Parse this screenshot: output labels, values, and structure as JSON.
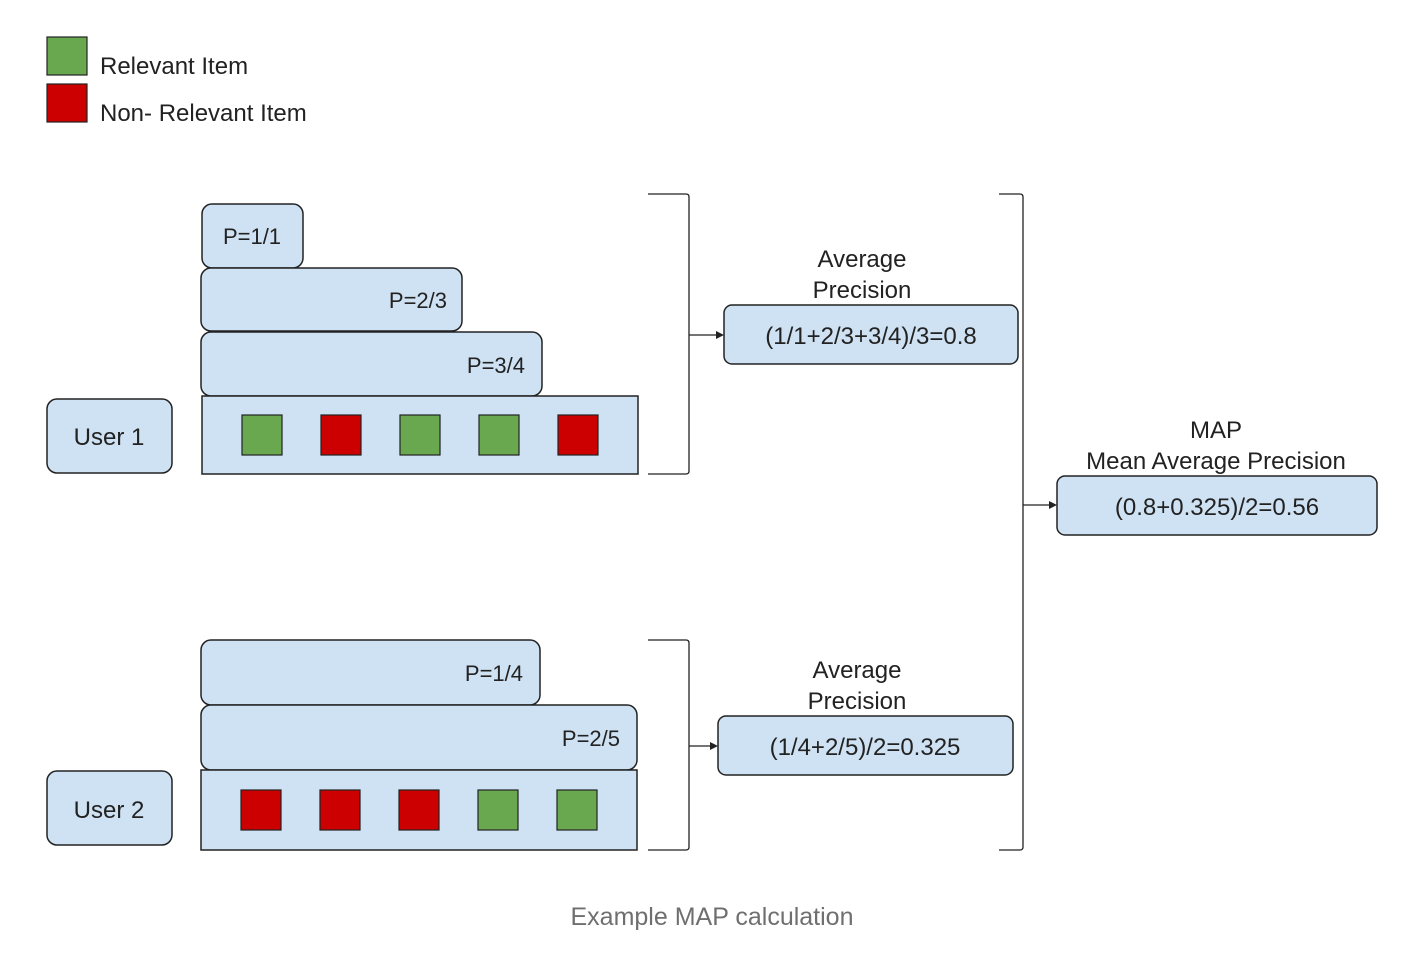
{
  "legend": {
    "relevant": {
      "label": "Relevant Item",
      "color": "#6aa84f"
    },
    "non_relevant": {
      "label": "Non- Relevant Item",
      "color": "#cc0000"
    }
  },
  "users": [
    {
      "label": "User 1",
      "items": [
        "relevant",
        "non_relevant",
        "relevant",
        "relevant",
        "non_relevant"
      ],
      "precisions": [
        "P=1/1",
        "P=2/3",
        "P=3/4"
      ],
      "average_precision": {
        "title_line1": "Average",
        "title_line2": "Precision",
        "formula": "(1/1+2/3+3/4)/3=0.8"
      }
    },
    {
      "label": "User 2",
      "items": [
        "non_relevant",
        "non_relevant",
        "non_relevant",
        "relevant",
        "relevant"
      ],
      "precisions": [
        "P=1/4",
        "P=2/5"
      ],
      "average_precision": {
        "title_line1": "Average",
        "title_line2": "Precision",
        "formula": "(1/4+2/5)/2=0.325"
      }
    }
  ],
  "map": {
    "title_line1": "MAP",
    "title_line2": "Mean Average Precision",
    "formula": "(0.8+0.325)/2=0.56"
  },
  "caption": "Example MAP calculation",
  "colors": {
    "box_fill": "#cfe2f3",
    "stroke": "#222222",
    "caption": "#6f6f6f"
  }
}
